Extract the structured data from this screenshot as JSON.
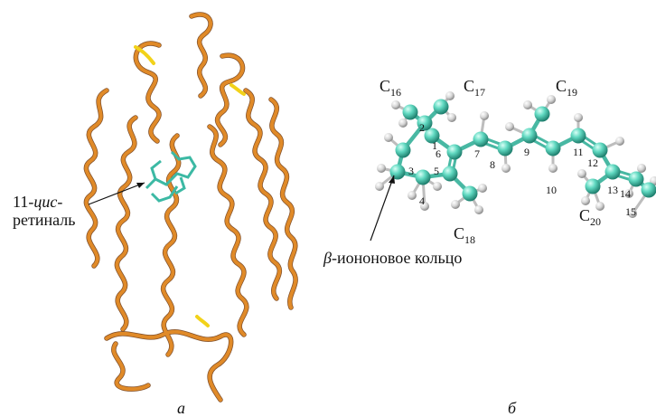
{
  "panel_a": {
    "caption": "а",
    "label_line1_prefix": "11-",
    "label_line1_italic": "цис",
    "label_line1_suffix": "-",
    "label_line2": "ретиналь"
  },
  "panel_b": {
    "caption": "б",
    "ring_label_beta": "β",
    "ring_label_rest": "-иононовое кольцо",
    "carbon_labels": {
      "c16_main": "C",
      "c16_sub": "16",
      "c17_main": "C",
      "c17_sub": "17",
      "c19_main": "C",
      "c19_sub": "19",
      "c18_main": "C",
      "c18_sub": "18",
      "c20_main": "C",
      "c20_sub": "20"
    },
    "atom_numbers": [
      "1",
      "2",
      "3",
      "4",
      "5",
      "6",
      "7",
      "8",
      "9",
      "10",
      "11",
      "12",
      "13",
      "14",
      "15"
    ]
  },
  "colors": {
    "ribbon": "#d97a1c",
    "ribbon_dark": "#7a3a0a",
    "carbon": "#5fd8c0",
    "carbon_dark": "#2e9e8a",
    "hydrogen": "#dcdcdc",
    "hydrogen_dark": "#9a9a9a",
    "bond": "#48b8a3"
  }
}
